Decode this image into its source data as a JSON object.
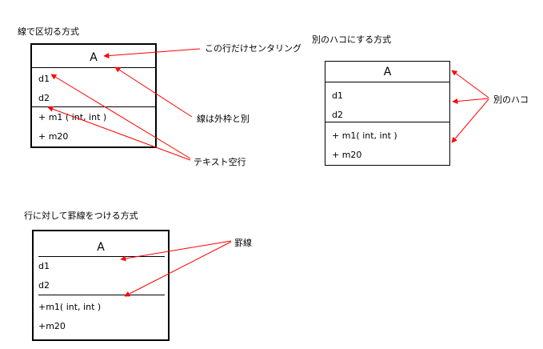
{
  "captions": {
    "method1": "線で区切る方式",
    "method2": "別のハコにする方式",
    "method3": "行に対して罫線をつける方式"
  },
  "annotations": {
    "center_row": "この行だけセンタリング",
    "outer_frame": "線は外枠と別",
    "text_blank": "テキスト空行",
    "separate_box": "別のハコ",
    "ruled_line": "罫線"
  },
  "diagram1": {
    "class_name": "A",
    "attributes": [
      "d1",
      "d2"
    ],
    "operations": [
      "+ m1 ( int, int )",
      "+ m20"
    ]
  },
  "diagram2": {
    "class_name": "A",
    "attributes": [
      "d1",
      "d2"
    ],
    "operations": [
      "+ m1( int, int )",
      "+ m20"
    ]
  },
  "diagram3": {
    "class_name": "A",
    "attributes": [
      "d1",
      "d2"
    ],
    "operations": [
      "+m1(  int, int )",
      "+m20"
    ]
  },
  "colors": {
    "arrow": "#ff0000",
    "line": "#000000"
  }
}
